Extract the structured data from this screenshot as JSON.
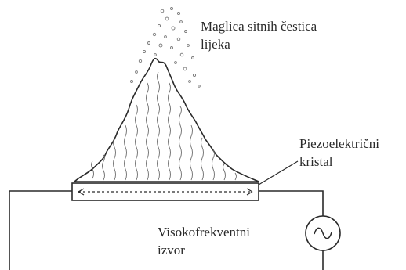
{
  "labels": {
    "mist": [
      "Maglica sitnih čestica",
      "lijeka"
    ],
    "crystal": [
      "Piezoelektrični",
      "kristal"
    ],
    "source": [
      "Visokofrekventni",
      "izvor"
    ]
  },
  "colors": {
    "ink": "#2a2a2a",
    "background": "#ffffff"
  },
  "icons": {
    "source_symbol": "sine-wave-icon"
  }
}
